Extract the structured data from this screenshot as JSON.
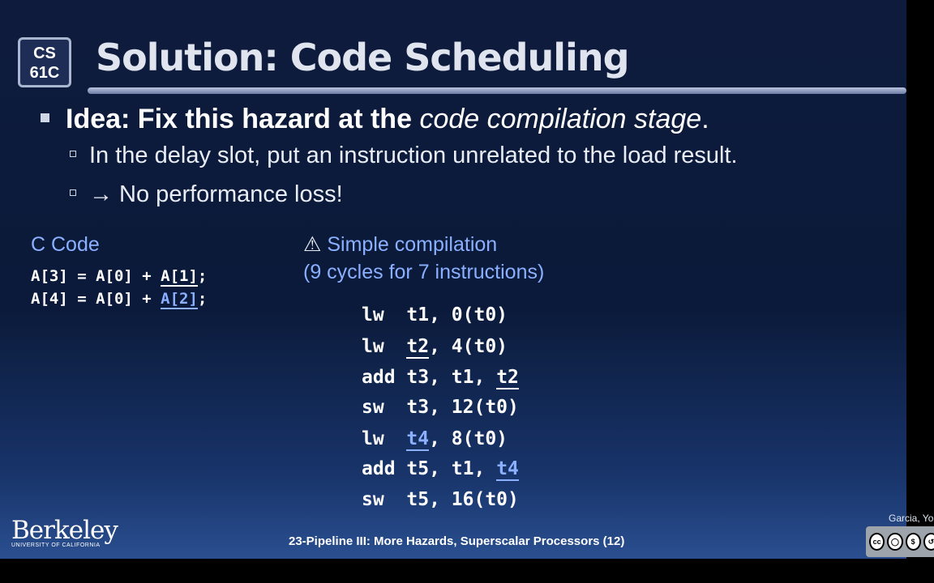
{
  "logo": {
    "line1": "CS",
    "line2": "61C"
  },
  "title": "Solution: Code Scheduling",
  "bullet": {
    "bold": "Idea: Fix this hazard at the",
    "italic": "code compilation stage",
    "end": "."
  },
  "subbullets": [
    "In the delay slot, put an instruction unrelated to the load result.",
    "→ No performance loss!"
  ],
  "c_code": {
    "label": "C Code",
    "lines": [
      {
        "pre": "A[3] = A[0] + ",
        "ref": "A[1]",
        "post": ";"
      },
      {
        "pre": "A[4] = A[0] + ",
        "ref": "A[2]",
        "post": ";"
      }
    ]
  },
  "simple": {
    "warning_icon": "⚠",
    "title": "Simple compilation",
    "subtitle": "(9 cycles for 7 instructions)"
  },
  "asm": [
    {
      "op": "lw  ",
      "a": "t1",
      "b": ", 0(t0)",
      "c": "",
      "mark": ""
    },
    {
      "op": "lw  ",
      "a": "t2",
      "b": ", 4(t0)",
      "c": "",
      "mark": "a-white"
    },
    {
      "op": "add ",
      "a": "t3",
      "b": ", t1, ",
      "c": "t2",
      "mark": "c-white"
    },
    {
      "op": "sw  ",
      "a": "t3",
      "b": ", 12(t0)",
      "c": "",
      "mark": ""
    },
    {
      "op": "lw  ",
      "a": "t4",
      "b": ", 8(t0)",
      "c": "",
      "mark": "a-blue"
    },
    {
      "op": "add ",
      "a": "t5",
      "b": ", t1, ",
      "c": "t4",
      "mark": "c-blue"
    },
    {
      "op": "sw  ",
      "a": "t5",
      "b": ", 16(t0)",
      "c": "",
      "mark": ""
    }
  ],
  "footer": {
    "berkeley": "Berkeley",
    "university": "UNIVERSITY OF CALIFORNIA",
    "lecture": "23-Pipeline III: More Hazards, Superscalar Processors (12)",
    "author": "Garcia, Yo"
  },
  "license_icons": [
    "cc-icon",
    "by-icon",
    "nc-icon",
    "sa-icon"
  ],
  "colors": {
    "accent": "#8ab0ff",
    "background": "#0e1b3c"
  }
}
